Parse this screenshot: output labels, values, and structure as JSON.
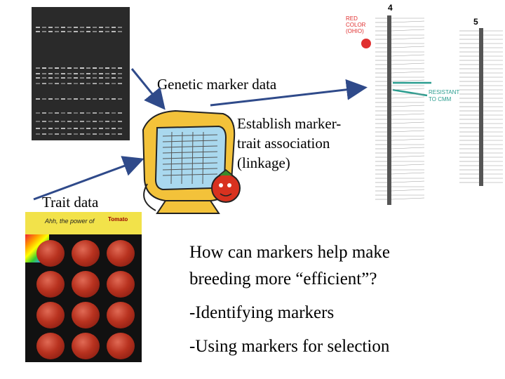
{
  "labels": {
    "genetic_marker": "Genetic marker data",
    "establish_1": "Establish marker-",
    "establish_2": "trait association",
    "establish_3": "(linkage)",
    "trait_data": "Trait data"
  },
  "question": {
    "line1": "How can markers help make",
    "line2": "breeding more “efficient”?",
    "line3": "-Identifying markers",
    "line4": "-Using markers for selection"
  },
  "map": {
    "chromosome_4": "4",
    "chromosome_5": "5",
    "red_color": "RED",
    "color": "COLOR",
    "ohio": "(OHIO)",
    "resistant": "RESISTANT",
    "to_cmm": "TO CMM"
  },
  "tomato_photo": {
    "banner_text": "Ahh, the power of",
    "logo": "Tomato"
  },
  "colors": {
    "arrow": "#2f4a8a",
    "map_red": "#e03030",
    "map_green": "#2a9d8f",
    "monitor": "#f3c23a",
    "screen": "#a9d8ee"
  }
}
